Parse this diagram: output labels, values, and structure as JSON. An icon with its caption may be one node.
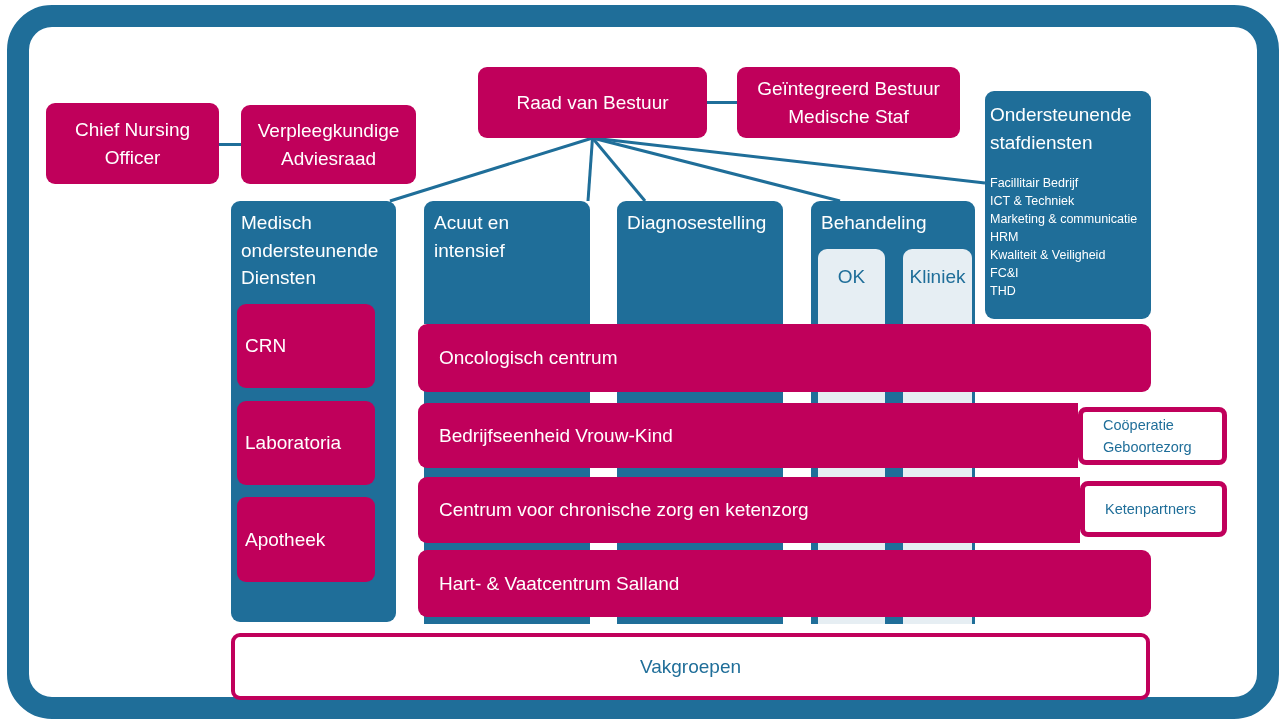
{
  "diagram": {
    "nodes": [
      {
        "text": [
          "Raad van Bestuur"
        ]
      },
      {
        "text": [
          "Geïntegreerd Bestuur Medische Staf"
        ]
      },
      {
        "text": [
          "Chief Nursing Officer"
        ]
      },
      {
        "text": [
          "Verpleegkundige Adviesraad"
        ]
      },
      {
        "text": [
          "Ondersteunende stafdiensten",
          "Facillitair Bedrijf",
          "ICT & Techniek",
          "Marketing & communicatie",
          "HRM",
          "Kwaliteit & Veiligheid",
          "FC&I",
          "THD"
        ]
      },
      {
        "text": [
          "Medisch ondersteunende Diensten"
        ]
      },
      {
        "text": [
          "CRN"
        ],
        "in": 5
      },
      {
        "text": [
          "Laboratoria"
        ],
        "in": 5
      },
      {
        "text": [
          "Apotheek"
        ],
        "in": 5
      },
      {
        "text": [
          "Acuut en intensief"
        ]
      },
      {
        "text": [
          "Diagnosestelling"
        ]
      },
      {
        "text": [
          "Behandeling"
        ]
      },
      {
        "text": [
          "OK"
        ],
        "in": 11
      },
      {
        "text": [
          "Kliniek"
        ],
        "in": 11
      },
      {
        "text": [
          "Oncologisch centrum"
        ]
      },
      {
        "text": [
          "Bedrijfseenheid Vrouw-Kind"
        ]
      },
      {
        "text": [
          "Coöperatie Geboortezorg"
        ]
      },
      {
        "text": [
          "Centrum voor chronische zorg en ketenzorg"
        ]
      },
      {
        "text": [
          "Ketenpartners"
        ]
      },
      {
        "text": [
          "Hart- & Vaatcentrum Salland"
        ]
      },
      {
        "text": [
          "Vakgroepen"
        ]
      }
    ],
    "edges": [
      {
        "from": 0,
        "to": 1,
        "arrow": "none"
      },
      {
        "from": 2,
        "to": 3,
        "arrow": "none"
      },
      {
        "from": 0,
        "to": 5,
        "arrow": "none"
      },
      {
        "from": 0,
        "to": 9,
        "arrow": "none"
      },
      {
        "from": 0,
        "to": 10,
        "arrow": "none"
      },
      {
        "from": 0,
        "to": 11,
        "arrow": "none"
      },
      {
        "from": 0,
        "to": 4,
        "arrow": "none"
      }
    ]
  }
}
